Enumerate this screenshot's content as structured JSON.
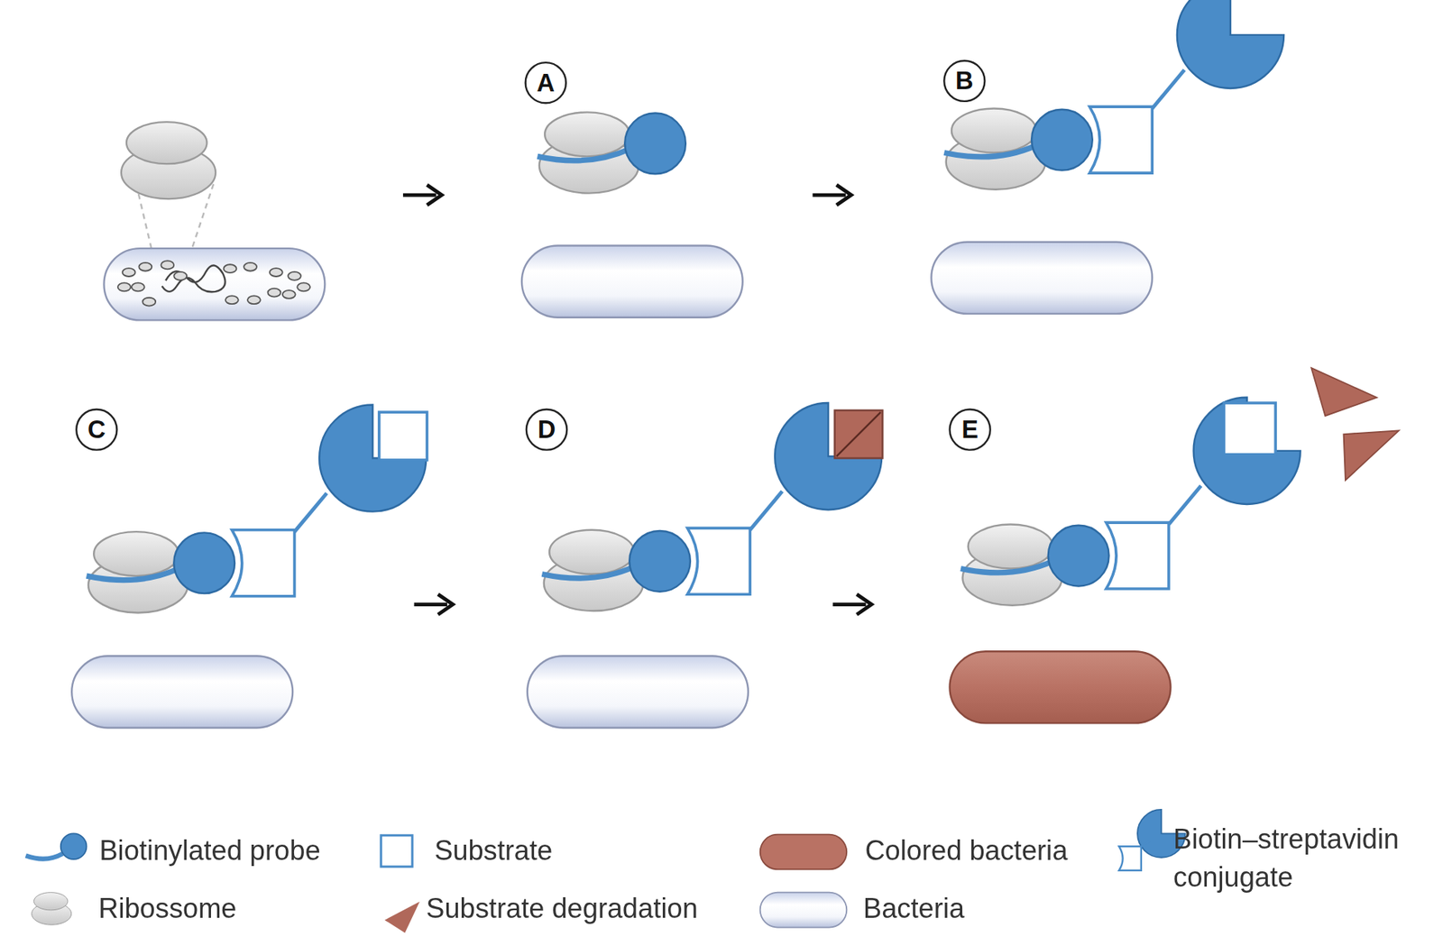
{
  "diagram": {
    "nodes": [
      {
        "text": [
          "A"
        ]
      },
      {
        "text": [
          "B"
        ]
      },
      {
        "text": [
          "C"
        ]
      },
      {
        "text": [
          "D"
        ]
      },
      {
        "text": [
          "E"
        ]
      }
    ],
    "legend": [
      {
        "text": "Biotinylated probe"
      },
      {
        "text": "Substrate"
      },
      {
        "text": "Colored bacteria",
        "color": "#b97264"
      },
      {
        "text": "Biotin–streptavidin conjugate"
      },
      {
        "text": "Ribossome"
      },
      {
        "text": "Substrate degradation"
      },
      {
        "text": "Bacteria"
      }
    ]
  }
}
